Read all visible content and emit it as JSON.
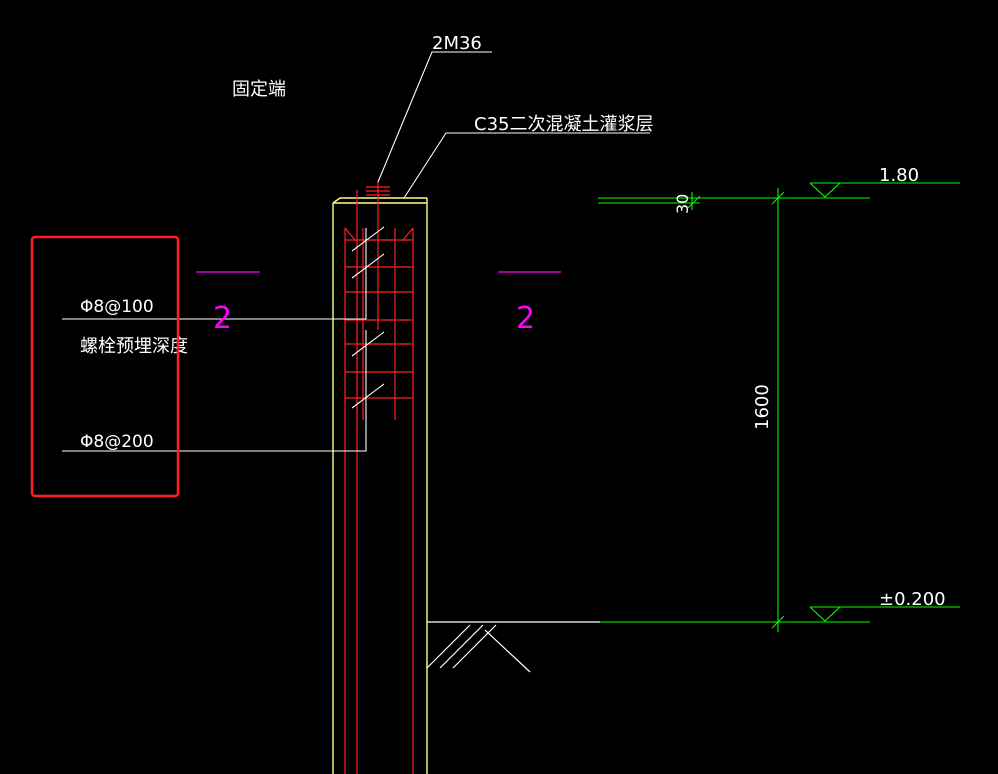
{
  "labels": {
    "fixed_end": "固定端",
    "bolt_spec": "2M36",
    "grout_layer": "C35二次混凝土灌浆层",
    "section_mark_left": "2",
    "section_mark_right": "2",
    "rebar_top": "Φ8@100",
    "bolt_embed_depth": "螺栓预埋深度",
    "rebar_bottom": "Φ8@200",
    "elev_top": "1.80",
    "dim_30": "30",
    "dim_1600": "1600",
    "elev_ground": "±0.200"
  },
  "colors": {
    "background": "#000000",
    "column": "#ffff80",
    "rebar": "#ff2020",
    "leaders": "#ffffff",
    "dimension": "#00ff00",
    "section_mark": "#ff00ff",
    "highlight_box": "#ff2020"
  }
}
